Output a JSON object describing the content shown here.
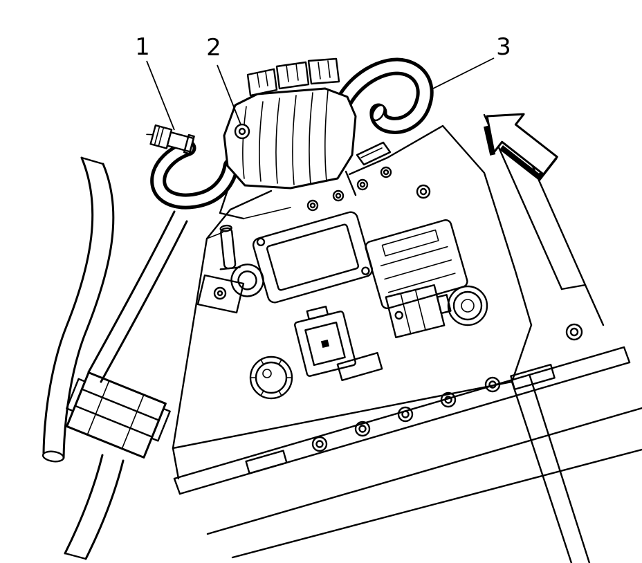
{
  "figure": {
    "paper_color": "#ffffff",
    "ink_color": "#000000",
    "callouts": [
      {
        "label": "1"
      },
      {
        "label": "2"
      },
      {
        "label": "3"
      }
    ],
    "icons": {
      "direction_arrow": "outlined-arrow-pointing-upper-left-with-drop-shadow"
    }
  }
}
